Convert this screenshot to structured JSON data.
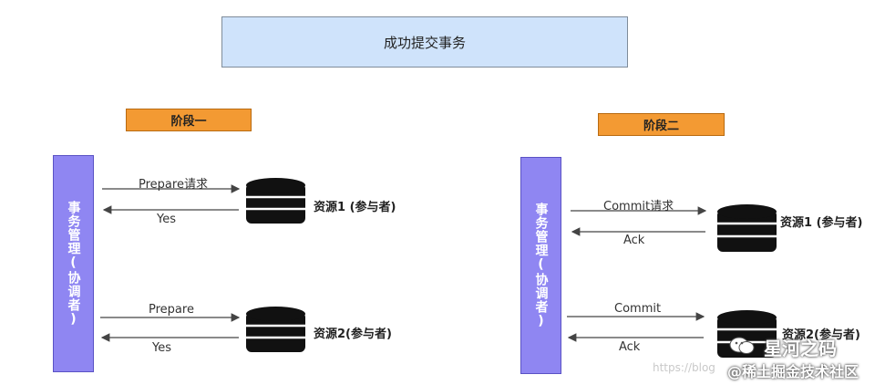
{
  "title": "成功提交事务",
  "phase1": {
    "label": "阶段一"
  },
  "phase2": {
    "label": "阶段二"
  },
  "coordinator": {
    "label": "事务管理(协调者)"
  },
  "left": {
    "r1_request": "Prepare请求",
    "r1_reply": "Yes",
    "r1_name": "资源1 (参与者)",
    "r2_request": "Prepare",
    "r2_reply": "Yes",
    "r2_name": "资源2(参与者)"
  },
  "right": {
    "r1_request": "Commit请求",
    "r1_reply": "Ack",
    "r1_name": "资源1 (参与者)",
    "r2_request": "Commit",
    "r2_reply": "Ack",
    "r2_name": "资源2(参与者)"
  },
  "watermark": {
    "url": "https://blog",
    "brand": "星河之码",
    "community": "@稀土掘金技术社区"
  },
  "colors": {
    "title_bg": "#cfe3fb",
    "phase_bg": "#f39a33",
    "coordinator_bg": "#8f86f2",
    "db": "#111111"
  }
}
